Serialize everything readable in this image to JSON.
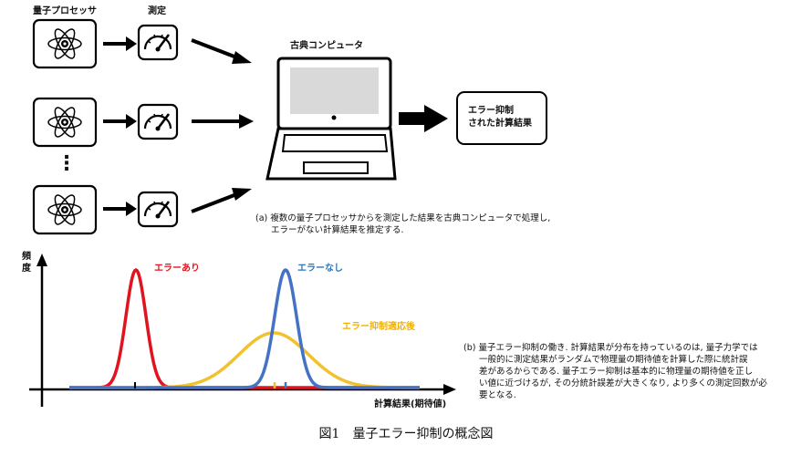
{
  "part_a": {
    "processor_label": "量子プロセッサ",
    "measure_label": "測定",
    "classical_label": "古典コンピュータ",
    "ellipsis": "⋮",
    "result_box": [
      "エラー抑制",
      "された計算結果"
    ],
    "caption": [
      "(a) 複数の量子プロセッサからを測定した結果を古典コンピュータで処理し,",
      "エラーがない計算結果を推定する."
    ],
    "icons": {
      "processor": "atom-icon",
      "measure": "gauge-icon",
      "computer": "laptop-icon"
    }
  },
  "part_b": {
    "y_axis_label": [
      "頻",
      "度"
    ],
    "x_axis_label": "計算結果(期待値)",
    "caption": [
      "(b) 量子エラー抑制の働き. 計算結果が分布を持っているのは, 量子力学では",
      "一般的に測定結果がランダムで物理量の期待値を計算した際に統計誤",
      "差があるからである. 量子エラー抑制は基本的に物理量の期待値を正し",
      "い値に近づけるが, その分統計誤差が大きくなり, より多くの測定回数が必",
      "要となる."
    ],
    "curves": [
      {
        "name": "エラーあり",
        "color": "#e0141e"
      },
      {
        "name": "エラーなし",
        "color": "#4472c4"
      },
      {
        "name": "エラー抑制適応後",
        "color": "#f2c12e"
      }
    ]
  },
  "figure_title": "図1　量子エラー抑制の概念図"
}
